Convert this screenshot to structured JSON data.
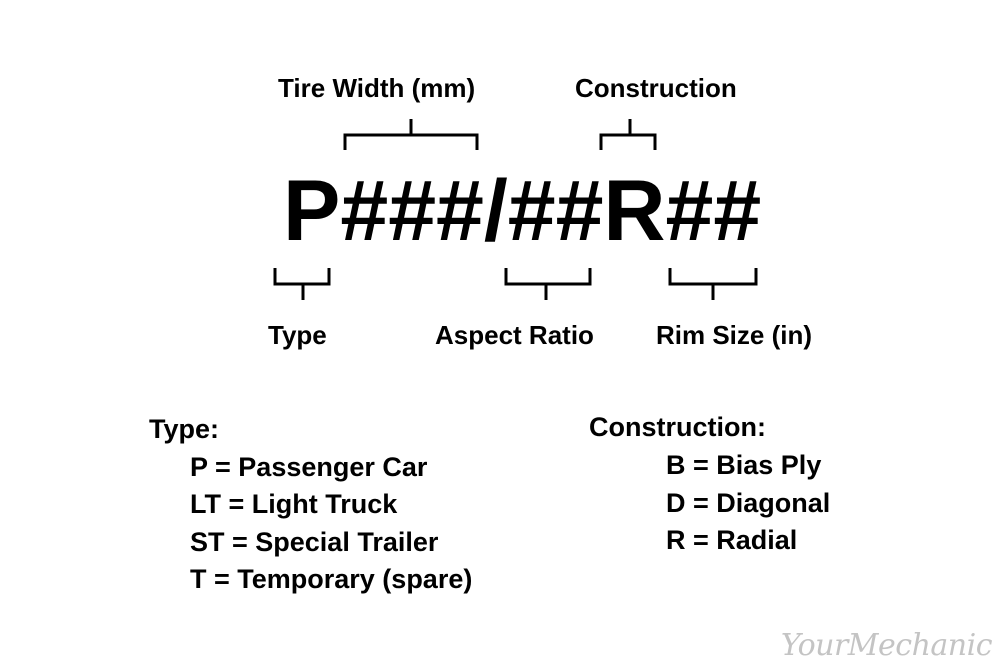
{
  "code": "P###/##R##",
  "labels": {
    "tire_width": "Tire Width (mm)",
    "construction": "Construction",
    "type": "Type",
    "aspect_ratio": "Aspect Ratio",
    "rim_size": "Rim Size (in)"
  },
  "legend": {
    "type": {
      "heading": "Type:",
      "items": [
        "P = Passenger Car",
        "LT = Light Truck",
        "ST = Special Trailer",
        "T = Temporary (spare)"
      ]
    },
    "construction": {
      "heading": "Construction:",
      "items": [
        "B = Bias Ply",
        "D = Diagonal",
        "R = Radial"
      ]
    }
  },
  "logo": "YourMechanic"
}
